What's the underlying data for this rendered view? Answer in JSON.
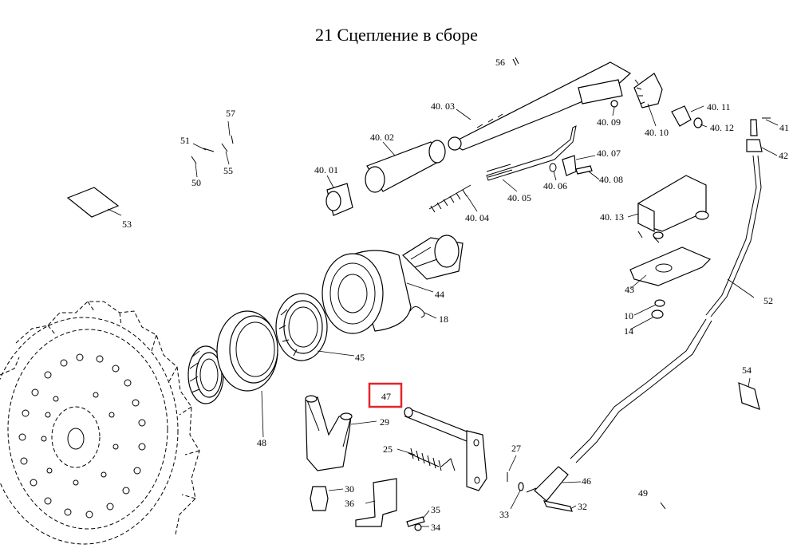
{
  "title": "21 Сцепление в сборе",
  "highlight_color": "#e3262b",
  "highlighted_label": "47",
  "labels": {
    "p56": "56",
    "p40_03": "40. 03",
    "p40_11": "40. 11",
    "p40_12": "40. 12",
    "p40_09": "40. 09",
    "p40_10": "40. 10",
    "p40_02": "40. 02",
    "p40_01": "40. 01",
    "p40_04": "40. 04",
    "p40_05": "40. 05",
    "p40_06": "40. 06",
    "p40_07": "40. 07",
    "p40_08": "40. 08",
    "p40_13": "40. 13",
    "p41": "41",
    "p42": "42",
    "p57": "57",
    "p51": "51",
    "p55": "55",
    "p50": "50",
    "p53": "53",
    "p52": "52",
    "p43": "43",
    "p10": "10",
    "p14": "14",
    "p44": "44",
    "p18": "18",
    "p45": "45",
    "p54": "54",
    "p47": "47",
    "p29": "29",
    "p48": "48",
    "p25": "25",
    "p27": "27",
    "p46": "46",
    "p30": "30",
    "p36": "36",
    "p35": "35",
    "p34": "34",
    "p33": "33",
    "p32": "32",
    "p49": "49"
  }
}
